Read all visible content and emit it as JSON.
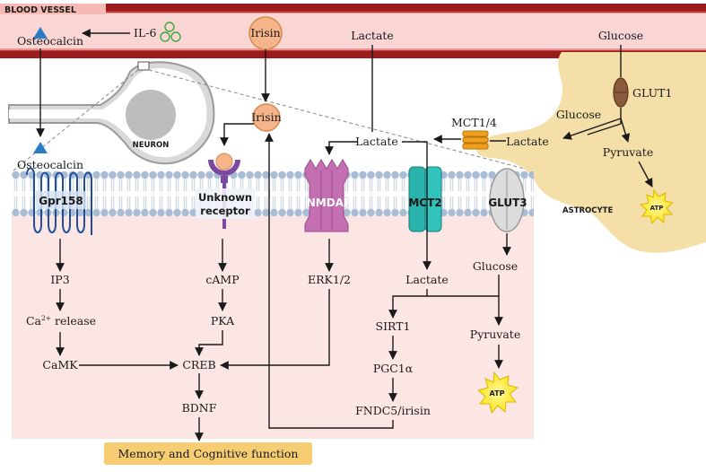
{
  "vessel": {
    "label": "BLOOD VESSEL"
  },
  "blood": {
    "il6": "IL-6",
    "osteocalcin": "Osteocalcin",
    "irisin": "Irisin",
    "lactate": "Lactate",
    "glucose": "Glucose"
  },
  "neuron": {
    "label": "NEURON"
  },
  "astrocyte": {
    "label": "ASTROCYTE",
    "glut1": "GLUT1",
    "glucose": "Glucose",
    "lactate": "Lactate",
    "pyruvate": "Pyruvate",
    "mct14": "MCT1/4",
    "atp": "ATP"
  },
  "membrane": {
    "osteocalcin": "Osteocalcin",
    "gpr158": "Gpr158",
    "irisin": "Irisin",
    "unknown_receptor_1": "Unknown",
    "unknown_receptor_2": "receptor",
    "lactate": "Lactate",
    "nmdar": "NMDAR",
    "mct2": "MCT2",
    "glut3": "GLUT3"
  },
  "pathway": {
    "ip3": "IP3",
    "ca_release_prefix": "Ca",
    "ca_release_sup": "2+",
    "ca_release_suffix": " release",
    "camk": "CaMK",
    "camp": "cAMP",
    "pka": "PKA",
    "creb": "CREB",
    "bdnf": "BDNF",
    "erk": "ERK1/2",
    "lactate": "Lactate",
    "sirt1": "SIRT1",
    "pgc1a": "PGC1α",
    "fndc5": "FNDC5/irisin",
    "glucose": "Glucose",
    "pyruvate": "Pyruvate",
    "atp": "ATP"
  },
  "footer": {
    "label": "Memory and Cognitive function"
  },
  "colors": {
    "vessel_dark": "#9b1c1c",
    "vessel_light": "#f9d5d3",
    "cytoplasm": "#fbe6e4",
    "astrocyte": "#f4dfa8",
    "membrane_head": "#a9bcd6",
    "irisin": "#f6b48a",
    "nmdar": "#c46fb1",
    "mct2": "#2ab3ad",
    "atp": "#ffe733",
    "footer": "#f6cd72"
  }
}
